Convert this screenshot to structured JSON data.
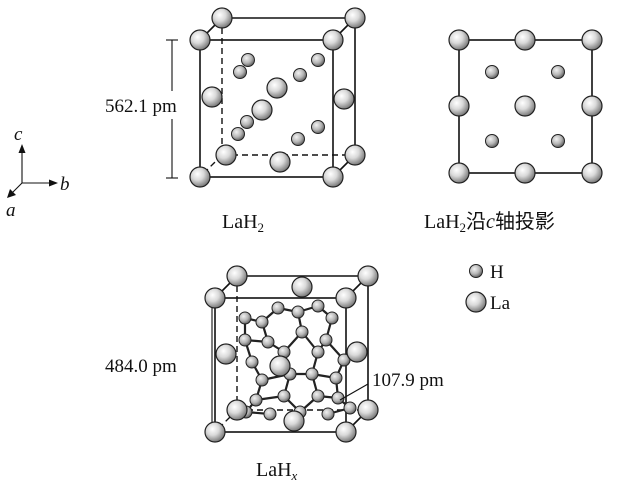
{
  "axes": {
    "c": "c",
    "b": "b",
    "a": "a"
  },
  "lah2": {
    "dimension_label": "562.1 pm",
    "caption_main": "LaH",
    "caption_sub": "2"
  },
  "projection": {
    "caption_main": "LaH",
    "caption_sub": "2",
    "caption_suffix_italic": "c",
    "caption_suffix_text": "轴投影",
    "caption_prefix_text": "沿"
  },
  "legend": [
    {
      "symbol": "H",
      "label": "H"
    },
    {
      "symbol": "La",
      "label": "La"
    }
  ],
  "lahx": {
    "dimension_label": "484.0 pm",
    "bond_label": "107.9 pm",
    "caption_main": "LaH",
    "caption_sub": "x"
  }
}
